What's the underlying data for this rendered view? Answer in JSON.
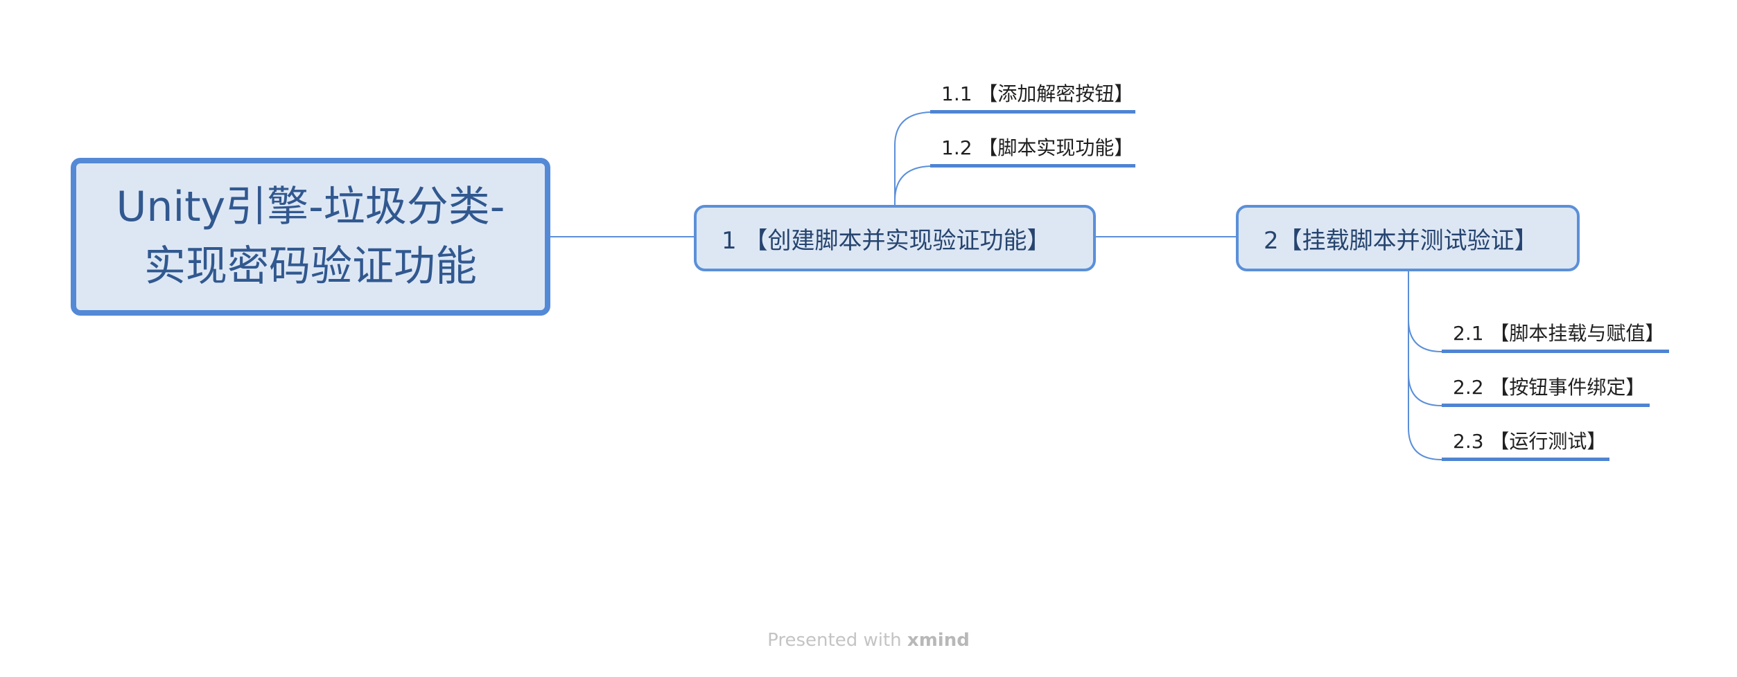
{
  "root": {
    "title": "Unity引擎-垃圾分类-实现密码验证功能"
  },
  "topics": [
    {
      "label": "1 【创建脚本并实现验证功能】",
      "subtopics": [
        {
          "label": "1.1 【添加解密按钮】"
        },
        {
          "label": "1.2 【脚本实现功能】"
        }
      ]
    },
    {
      "label": "2【挂载脚本并测试验证】",
      "subtopics": [
        {
          "label": "2.1 【脚本挂载与赋值】"
        },
        {
          "label": "2.2 【按钮事件绑定】"
        },
        {
          "label": "2.3 【运行测试】"
        }
      ]
    }
  ],
  "footer": {
    "prefix": "Presented with",
    "brand": "xmind"
  },
  "colors": {
    "connector": "#5b8fd8",
    "root_border": "#5489d6",
    "topic_fill": "#dde7f4",
    "title_text": "#31588f"
  }
}
